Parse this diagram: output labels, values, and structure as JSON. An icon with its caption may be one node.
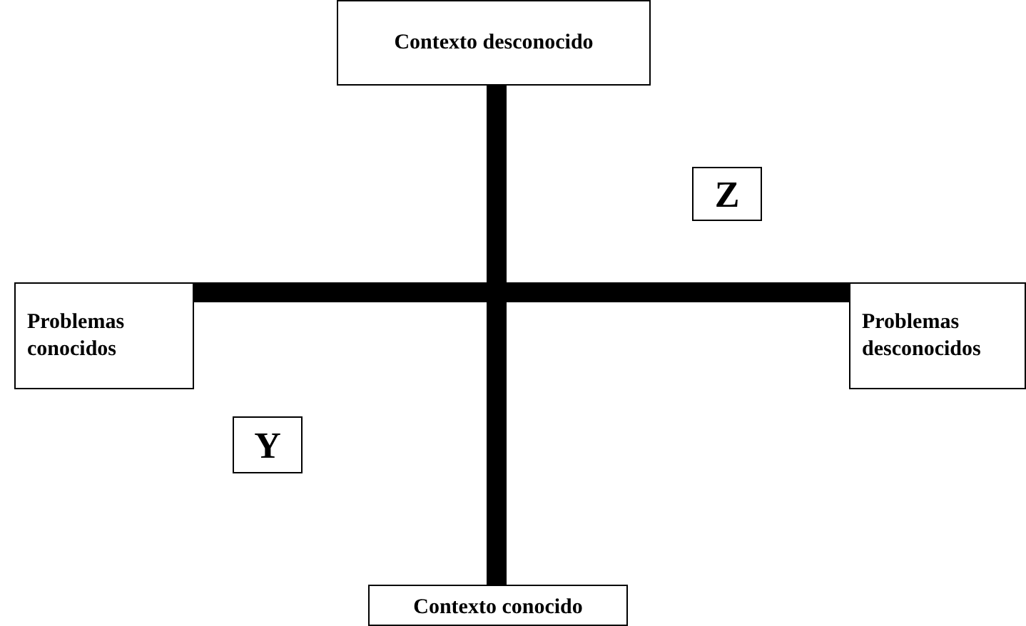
{
  "diagram": {
    "nodes": [
      {
        "text": [
          "Contexto desconocido"
        ]
      },
      {
        "text": [
          "Z"
        ]
      },
      {
        "text": [
          "Problemas conocidos"
        ]
      },
      {
        "text": [
          "Problemas desconocidos"
        ]
      },
      {
        "text": [
          "Y"
        ]
      },
      {
        "text": [
          "Contexto conocido"
        ]
      }
    ],
    "edges": [
      {
        "from": 0,
        "to": 5,
        "arrow": "none"
      },
      {
        "from": 2,
        "to": 3,
        "arrow": "none"
      }
    ]
  }
}
